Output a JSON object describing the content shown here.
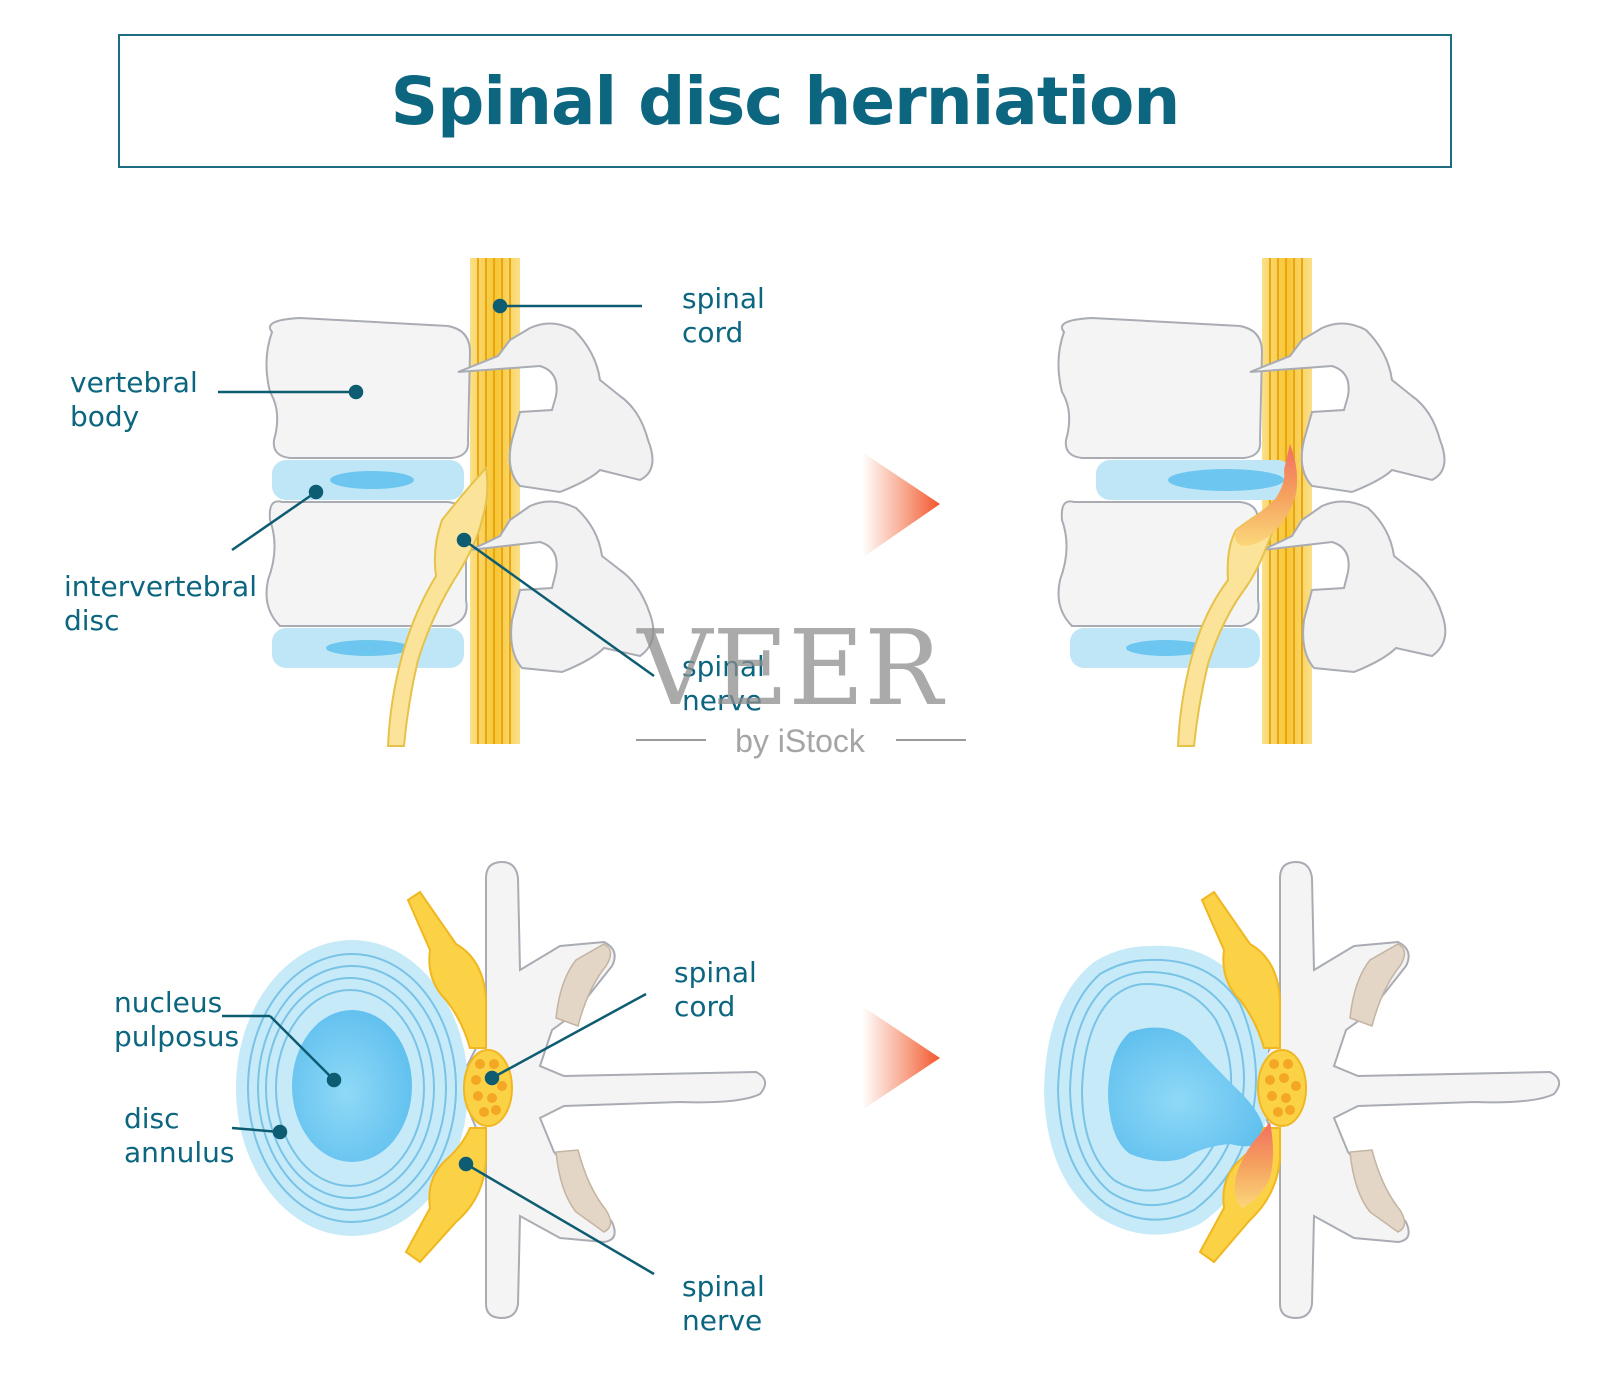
{
  "title": "Spinal disc herniation",
  "labels": {
    "side": {
      "vertebral_body": [
        "vertebral",
        "body"
      ],
      "spinal_cord": [
        "spinal",
        "cord"
      ],
      "intervertebral_disc": [
        "intervertebral",
        "disc"
      ],
      "spinal_nerve": [
        "spinal",
        "nerve"
      ]
    },
    "top": {
      "spinal_cord": [
        "spinal",
        "cord"
      ],
      "nucleus_pulposus": [
        "nucleus",
        "pulposus"
      ],
      "disc_annulus": [
        "disc",
        "annulus"
      ],
      "spinal_nerve": [
        "spinal",
        "nerve"
      ]
    }
  },
  "watermark": {
    "brand": "VEER",
    "sub": "by iStock"
  },
  "colors": {
    "title": "#0d6680",
    "label": "#0d6680",
    "leader": "#0d5c72",
    "bone_fill": "#f2f2f3",
    "bone_stroke": "#a9acb3",
    "disc": "#bfe6f7",
    "nucleus": "#6cc6ef",
    "cord": "#f7c531",
    "nerve": "#fbe49a",
    "herniation": "#f26f50",
    "arrow": "#f46a45"
  }
}
